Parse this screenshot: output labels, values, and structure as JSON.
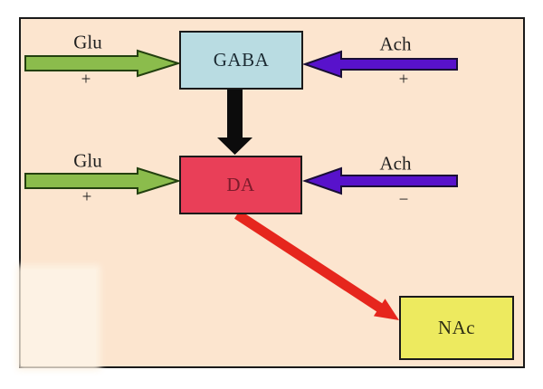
{
  "diagram": {
    "nodes": {
      "gaba": {
        "label": "GABA",
        "fill": "#b9dce2",
        "text_color": "#1c2b33"
      },
      "da": {
        "label": "DA",
        "fill": "#e93f58",
        "text_color": "#7c1b2b"
      },
      "nac": {
        "label": "NAc",
        "fill": "#edea5f",
        "text_color": "#2e2e14"
      }
    },
    "inputs": {
      "glu_gaba": {
        "label": "Glu",
        "sign": "+",
        "arrow_color": "#8bbc4c"
      },
      "ach_gaba": {
        "label": "Ach",
        "sign": "+",
        "arrow_color": "#5812cb"
      },
      "glu_da": {
        "label": "Glu",
        "sign": "+",
        "arrow_color": "#8bbc4c"
      },
      "ach_da": {
        "label": "Ach",
        "sign": "−",
        "arrow_color": "#5812cb"
      }
    },
    "edges": {
      "gaba_to_da": {
        "color": "#0c0c0c"
      },
      "da_to_nac": {
        "color": "#e6261d"
      }
    },
    "colors": {
      "page_bg": "#ffffff",
      "canvas_bg": "#fce5cf",
      "frame_border": "#1a1a1a",
      "label_text": "#1f1f1f",
      "light_patch": "#fdf2e4",
      "green_arrow_outline": "#23400f",
      "purple_arrow_outline": "#190f35"
    }
  }
}
